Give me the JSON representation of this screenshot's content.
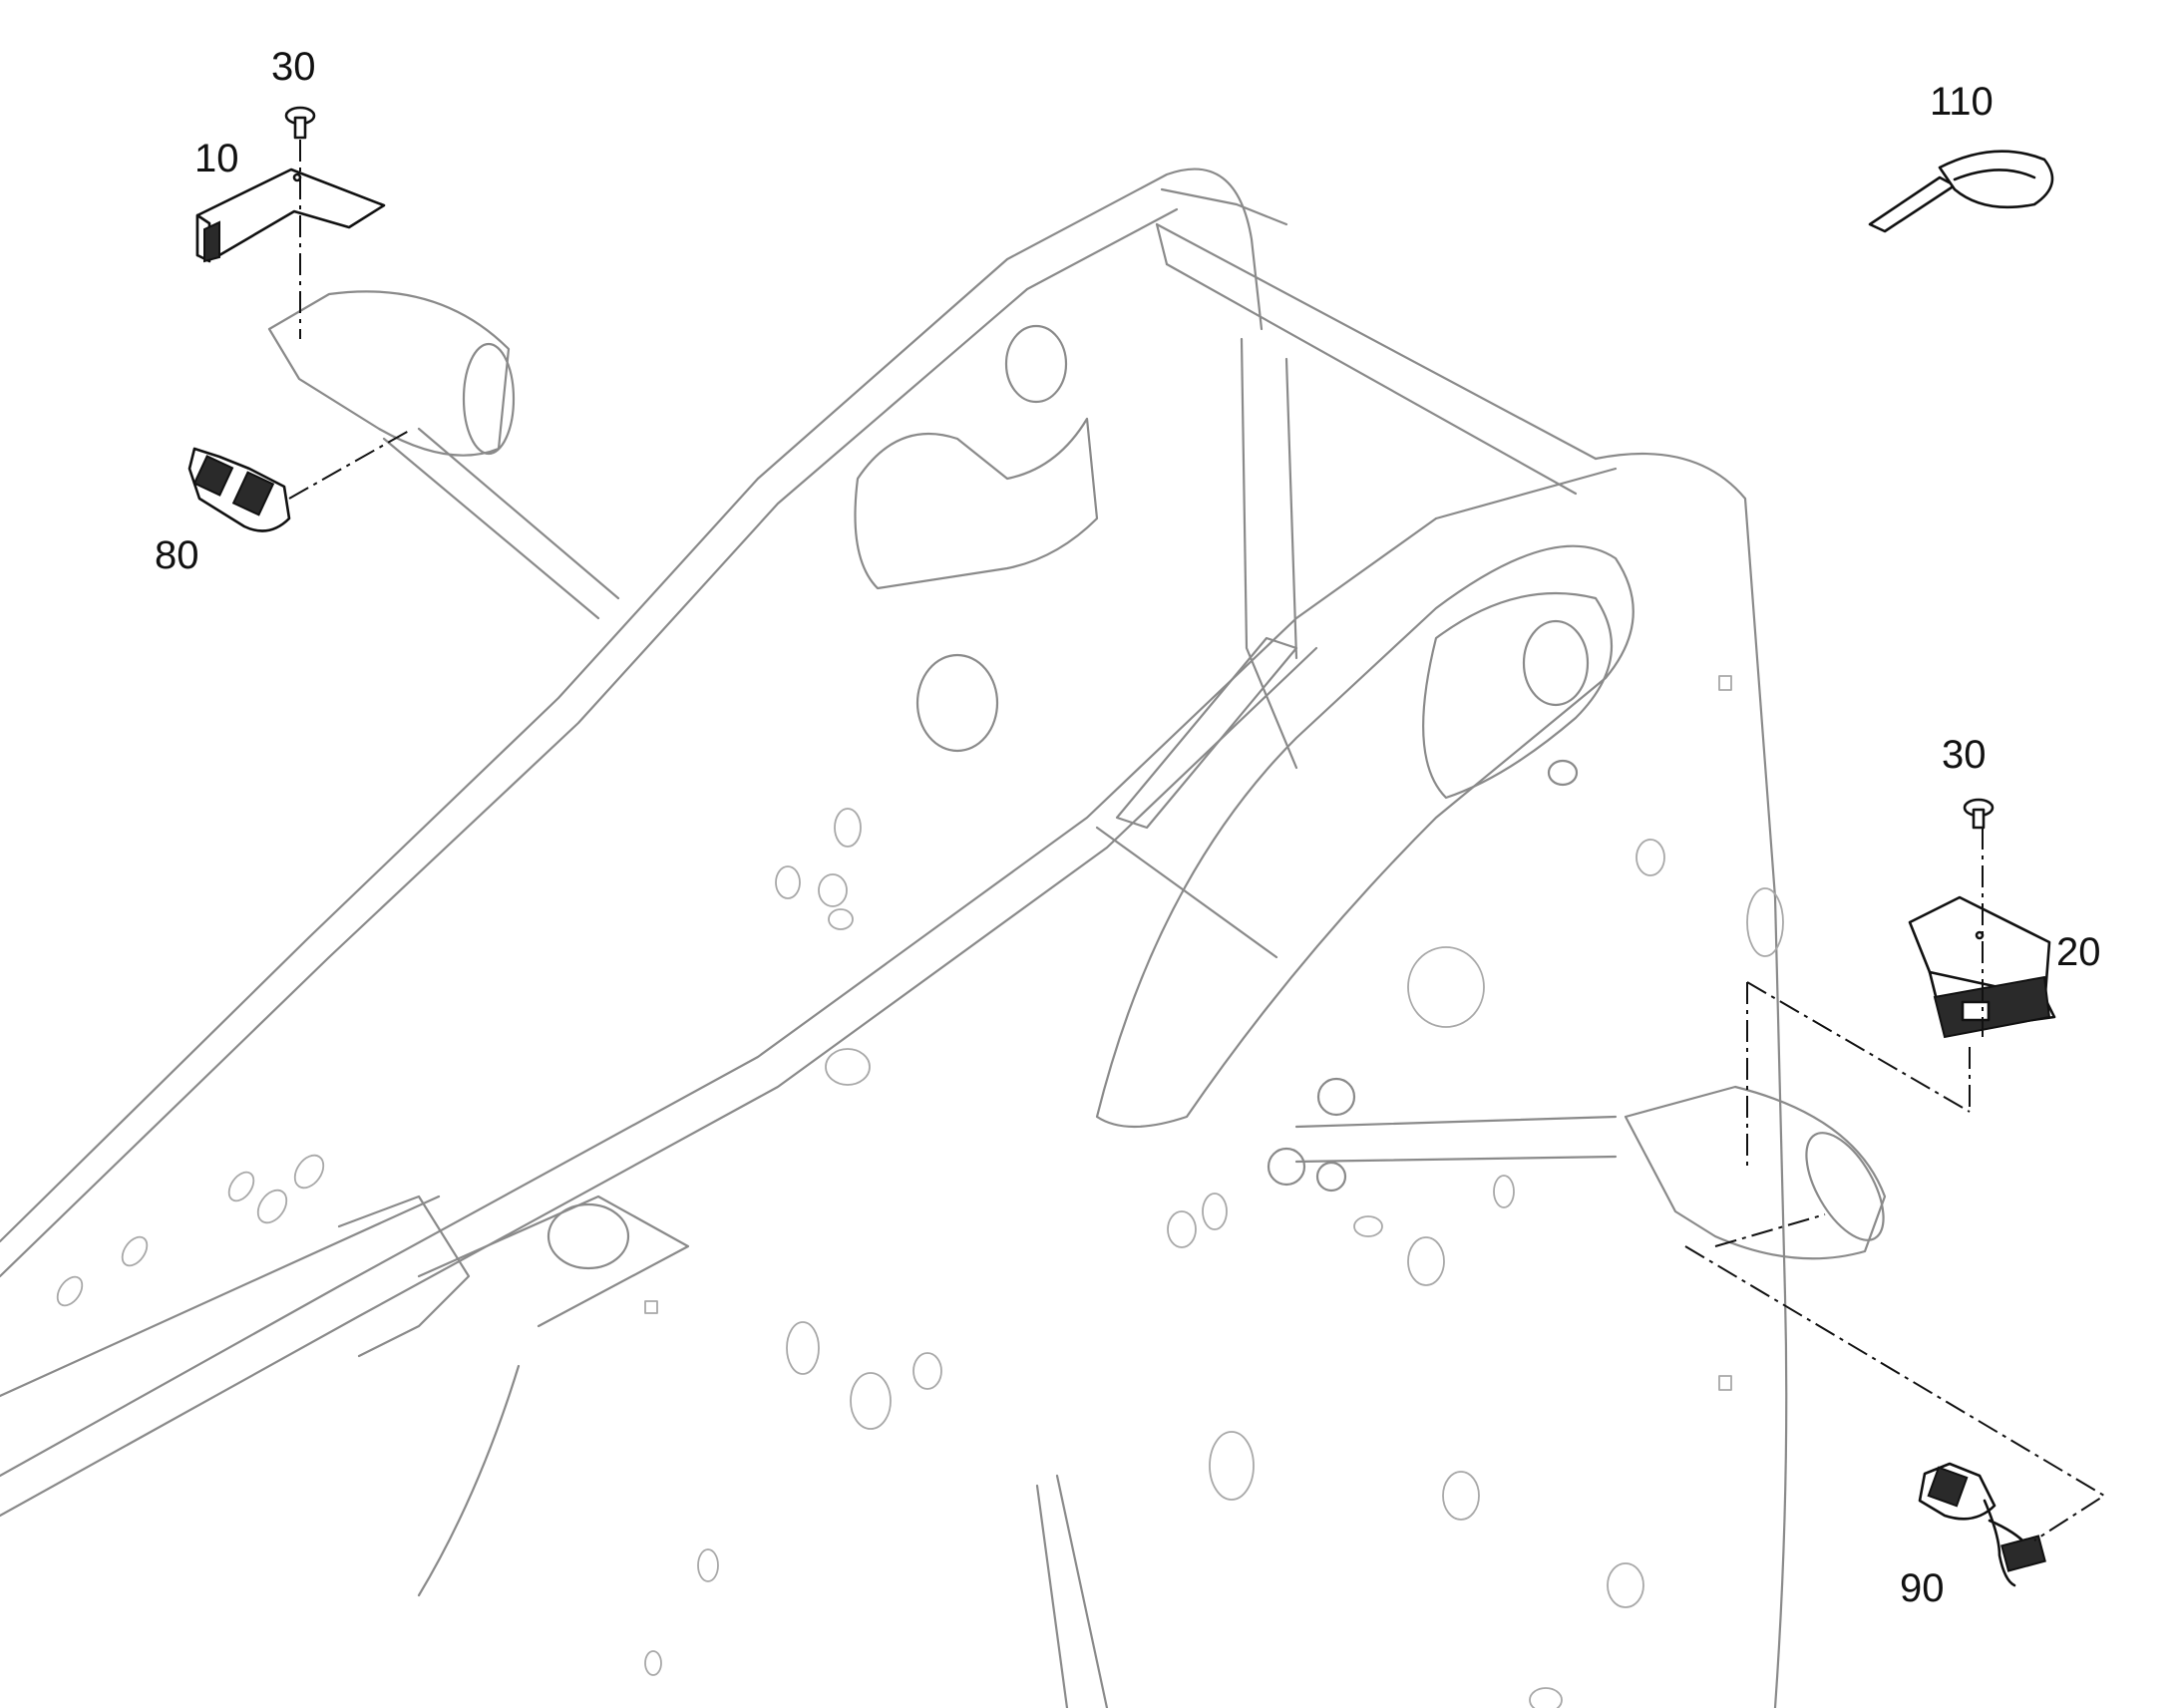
{
  "callouts": {
    "screw_top": "30",
    "bracket_left": "10",
    "connector_left": "80",
    "cable_tie": "110",
    "screw_right": "30",
    "bracket_right": "20",
    "harness_right": "90"
  }
}
